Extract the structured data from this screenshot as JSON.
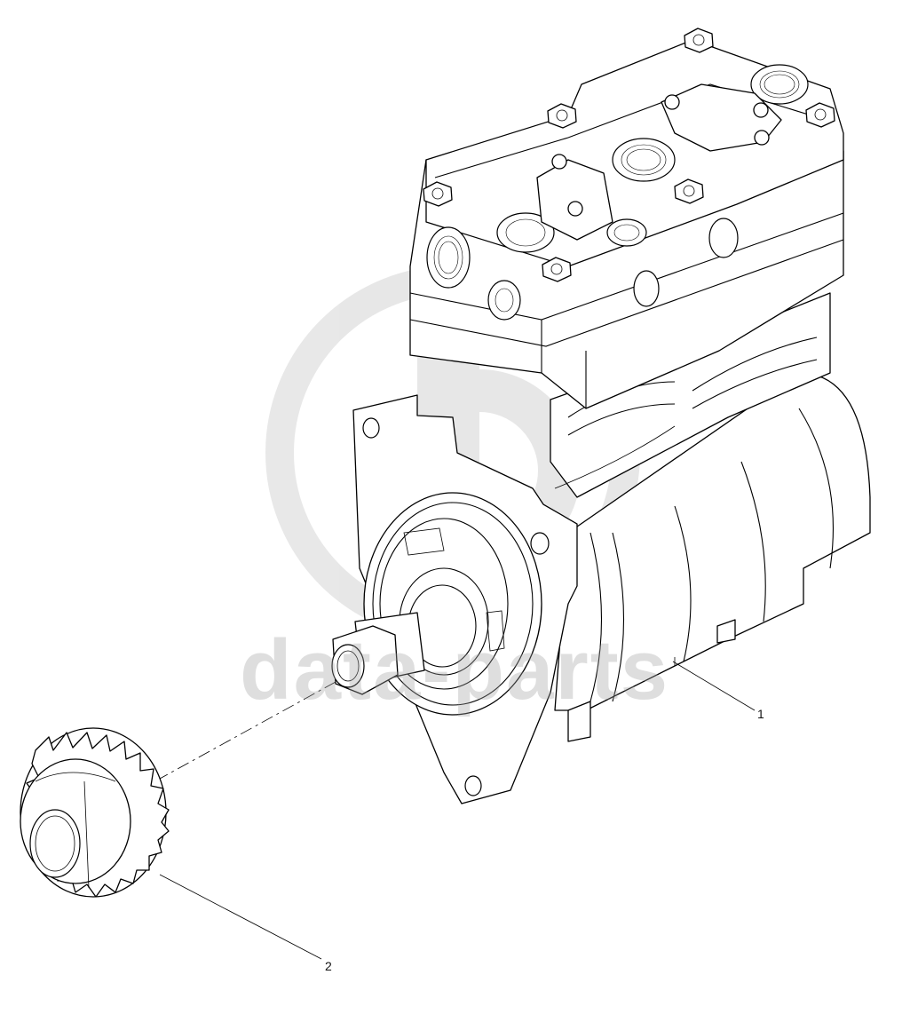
{
  "watermark": {
    "text": "data-parts",
    "color": "#a0a0a0"
  },
  "callouts": [
    {
      "id": "1",
      "label": "1"
    },
    {
      "id": "2",
      "label": "2"
    }
  ],
  "parts": [
    {
      "callout": "1",
      "icon": "air-compressor-icon"
    },
    {
      "callout": "2",
      "icon": "drive-gear-icon"
    }
  ]
}
